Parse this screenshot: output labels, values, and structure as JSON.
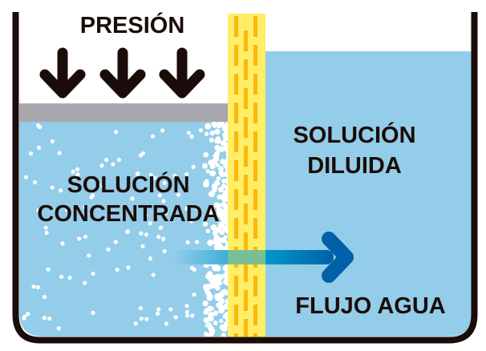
{
  "labels": {
    "pressure": "PRESIÓN",
    "concentrated_line1": "SOLUCIÓN",
    "concentrated_line2": "CONCENTRADA",
    "dilute_line1": "SOLUCIÓN",
    "dilute_line2": "DILUIDA",
    "water_flow": "FLUJO AGUA"
  },
  "colors": {
    "water": "#93cde9",
    "piston": "#a8a7ad",
    "membrane": "#ffee66",
    "membrane_dash": "#fbb80b",
    "arrow": "#0060a8",
    "arrow_in_membrane": "#7abf93",
    "container": "#1a0c08",
    "text": "#1a0c08"
  }
}
